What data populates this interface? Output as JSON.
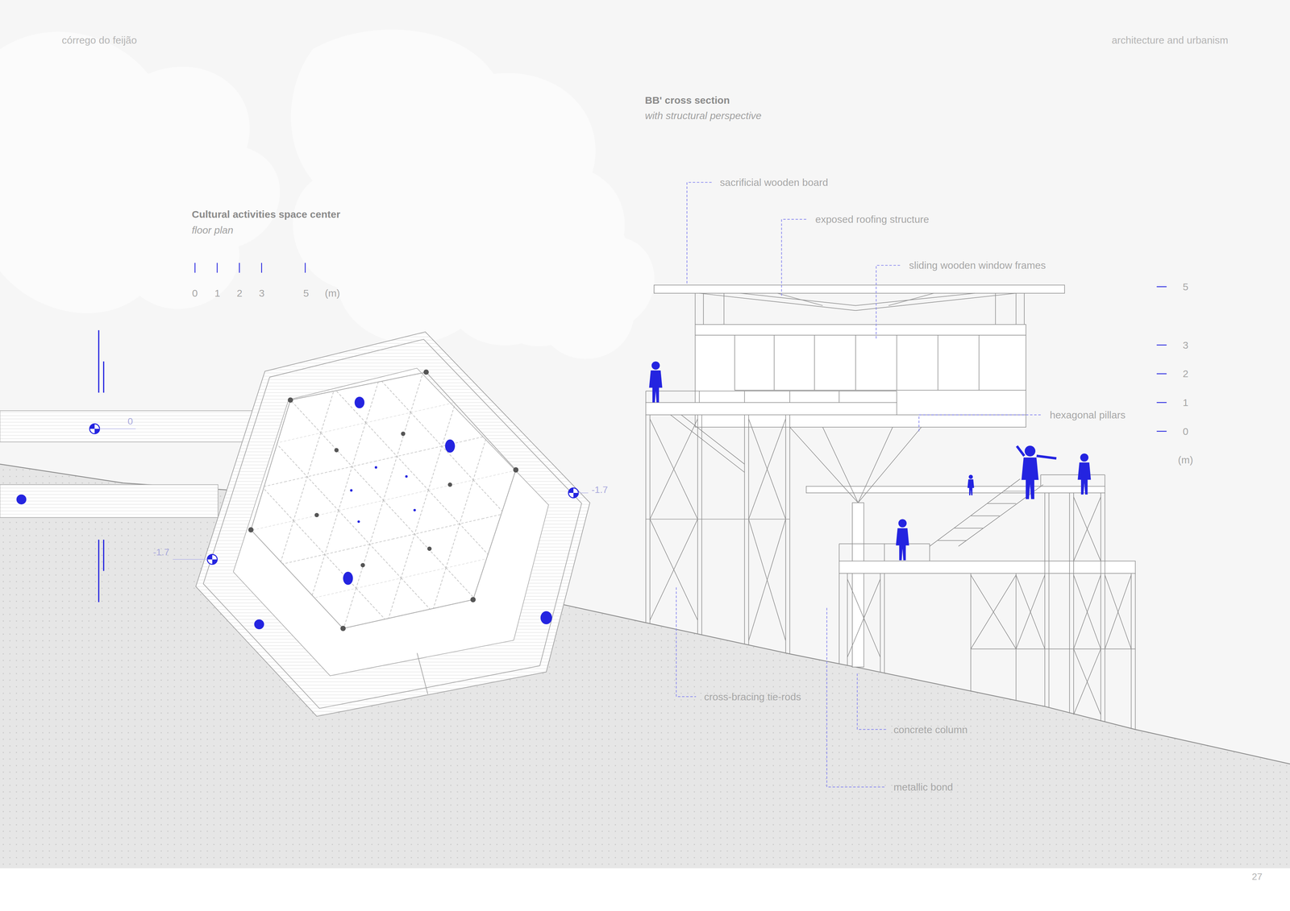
{
  "diagram": {
    "labels": [
      "córrego do feijão",
      "architecture and urbanism",
      "Cultural activities space center",
      "floor plan",
      "0",
      "1",
      "2",
      "3",
      "5",
      "(m)",
      "0",
      "-1.7",
      "-1.7",
      "BB' cross section",
      "with structural perspective",
      "sacrificial wooden board",
      "exposed roofing structure",
      "sliding wooden window frames",
      "hexagonal pillars",
      "cross-bracing tie-rods",
      "concrete column",
      "metallic bond",
      "5",
      "3",
      "2",
      "1",
      "0",
      "(m)",
      "27"
    ]
  }
}
